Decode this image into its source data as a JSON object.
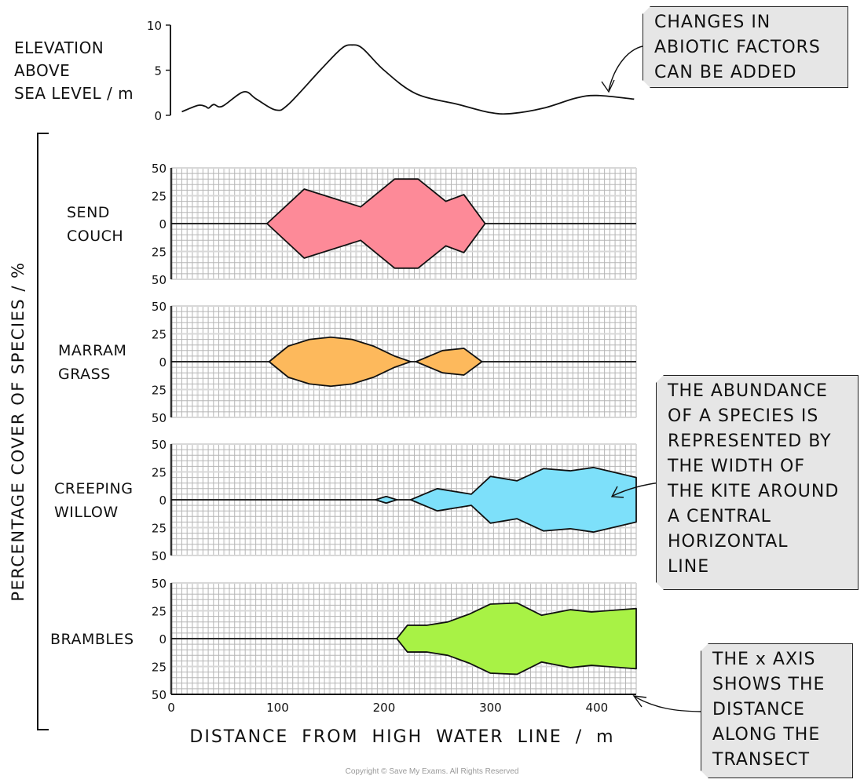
{
  "chart_data": [
    {
      "type": "line",
      "title": "",
      "ylabel_lines": [
        "ELEVATION",
        "ABOVE",
        "SEA LEVEL / m"
      ],
      "ylim": [
        0,
        10
      ],
      "yticks": [
        0,
        5,
        10
      ],
      "xlim": [
        0,
        437
      ],
      "series": [
        {
          "name": "elevation",
          "x": [
            10,
            25,
            32,
            35,
            40,
            48,
            68,
            80,
            98,
            110,
            140,
            160,
            170,
            180,
            200,
            230,
            270,
            300,
            320,
            350,
            380,
            400,
            435
          ],
          "y": [
            0.4,
            1.1,
            1.0,
            0.8,
            1.2,
            1.0,
            2.6,
            1.8,
            0.6,
            1.2,
            5.0,
            7.4,
            7.8,
            7.4,
            5.0,
            2.4,
            1.2,
            0.3,
            0.2,
            0.8,
            1.9,
            2.2,
            1.8
          ]
        }
      ]
    },
    {
      "type": "area",
      "subtype": "kite",
      "title": "",
      "xlabel": "DISTANCE FROM HIGH WATER LINE / m",
      "ylabel": "PERCENTAGE COVER OF SPECIES / %",
      "xlim": [
        0,
        437
      ],
      "xticks": [
        0,
        100,
        200,
        300,
        400
      ],
      "yticks_each_panel": [
        "50",
        "25",
        "0",
        "25",
        "50"
      ],
      "ylim_each_panel": [
        -50,
        50
      ],
      "grid": true,
      "series": [
        {
          "name": "SEND COUCH",
          "label_lines": [
            "SEND",
            "COUCH"
          ],
          "color": "#fd8a98",
          "x": [
            90,
            125,
            178,
            210,
            232,
            258,
            275,
            295
          ],
          "half_width": [
            0,
            31,
            15,
            40,
            40,
            20,
            26,
            0
          ]
        },
        {
          "name": "MARRAM GRASS",
          "label_lines": [
            "MARRAM",
            "GRASS"
          ],
          "color": "#fdb95c",
          "x": [
            92,
            110,
            130,
            150,
            170,
            190,
            210,
            225,
            230,
            255,
            275,
            292
          ],
          "half_width": [
            0,
            14,
            20,
            22,
            20,
            14,
            5,
            0,
            0,
            10,
            12,
            0
          ]
        },
        {
          "name": "CREEPING WILLOW",
          "label_lines": [
            "CREEPING",
            "WILLOW"
          ],
          "color": "#7de0fa",
          "x": [
            192,
            202,
            212,
            225,
            250,
            282,
            300,
            325,
            350,
            375,
            397,
            437
          ],
          "half_width": [
            0,
            3,
            0,
            0,
            10,
            5,
            21,
            17,
            28,
            26,
            29,
            20
          ]
        },
        {
          "name": "BRAMBLES",
          "label_lines": [
            "BRAMBLES"
          ],
          "color": "#a8f245",
          "x": [
            212,
            222,
            240,
            260,
            280,
            300,
            325,
            348,
            375,
            395,
            437
          ],
          "half_width": [
            0,
            12,
            12,
            15,
            22,
            31,
            32,
            21,
            26,
            24,
            27
          ]
        }
      ]
    }
  ],
  "notes": [
    {
      "id": "abiotic",
      "lines": [
        "CHANGES IN",
        "ABIOTIC FACTORS",
        "CAN BE ADDED"
      ]
    },
    {
      "id": "abundance",
      "lines": [
        "THE ABUNDANCE",
        "OF A SPECIES IS",
        "REPRESENTED BY",
        "THE WIDTH OF",
        "THE KITE AROUND",
        "A CENTRAL",
        "HORIZONTAL",
        "LINE"
      ]
    },
    {
      "id": "xaxis",
      "lines": [
        "THE x AXIS",
        "SHOWS THE",
        "DISTANCE",
        "ALONG THE",
        "TRANSECT"
      ]
    }
  ],
  "copyright": "Copyright © Save My Exams. All Rights Reserved"
}
